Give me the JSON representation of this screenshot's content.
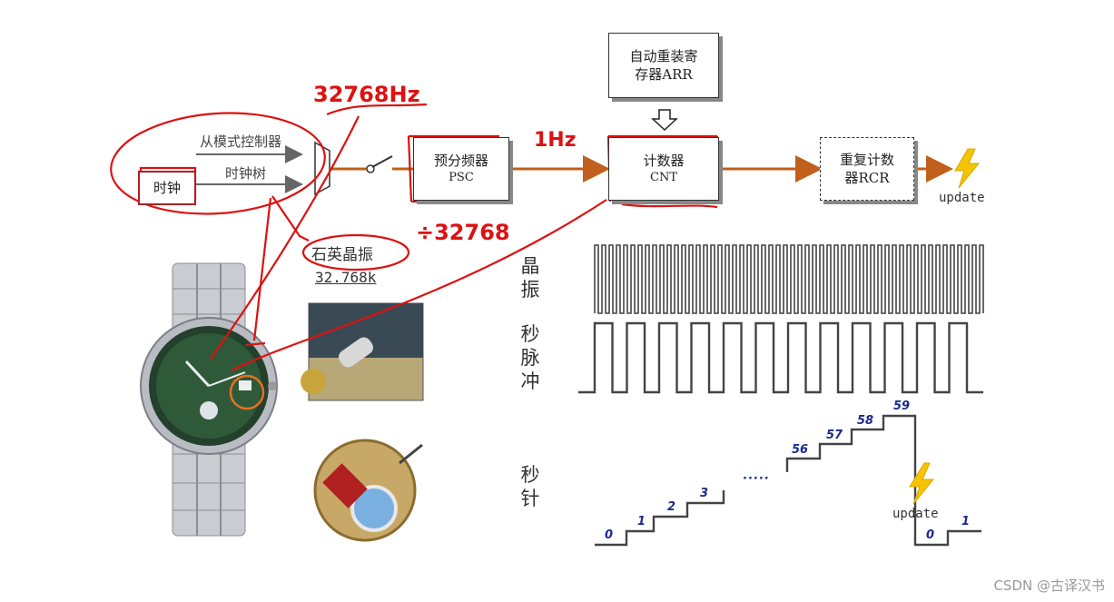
{
  "diagram": {
    "boxes": {
      "clock": "时钟",
      "psc_line1": "预分频器",
      "psc_line2": "PSC",
      "cnt_line1": "计数器",
      "cnt_line2": "CNT",
      "arr_line1": "自动重装寄",
      "arr_line2": "存器ARR",
      "rcr_line1": "重复计数",
      "rcr_line2": "器RCR"
    },
    "labels": {
      "slave_mode": "从模式控制器",
      "clock_tree": "时钟树",
      "update_top": "update",
      "update_bottom": "update",
      "crystal_name": "石英晶振",
      "crystal_freq": "32.768k",
      "row_crystal": "晶振",
      "row_pulse": "秒脉冲",
      "row_second_hand": "秒针"
    },
    "annotations": {
      "freq_in": "32768Hz",
      "freq_out": "1Hz",
      "divider": "÷32768"
    },
    "staircase_numbers": [
      "0",
      "1",
      "2",
      "3",
      "·····",
      "56",
      "57",
      "58",
      "59",
      "0",
      "1"
    ]
  },
  "footer": {
    "watermark": "CSDN @古译汉书"
  },
  "colors": {
    "arrow": "#c0601c",
    "annotation": "#dd1111",
    "lightning": "#f5c400"
  }
}
